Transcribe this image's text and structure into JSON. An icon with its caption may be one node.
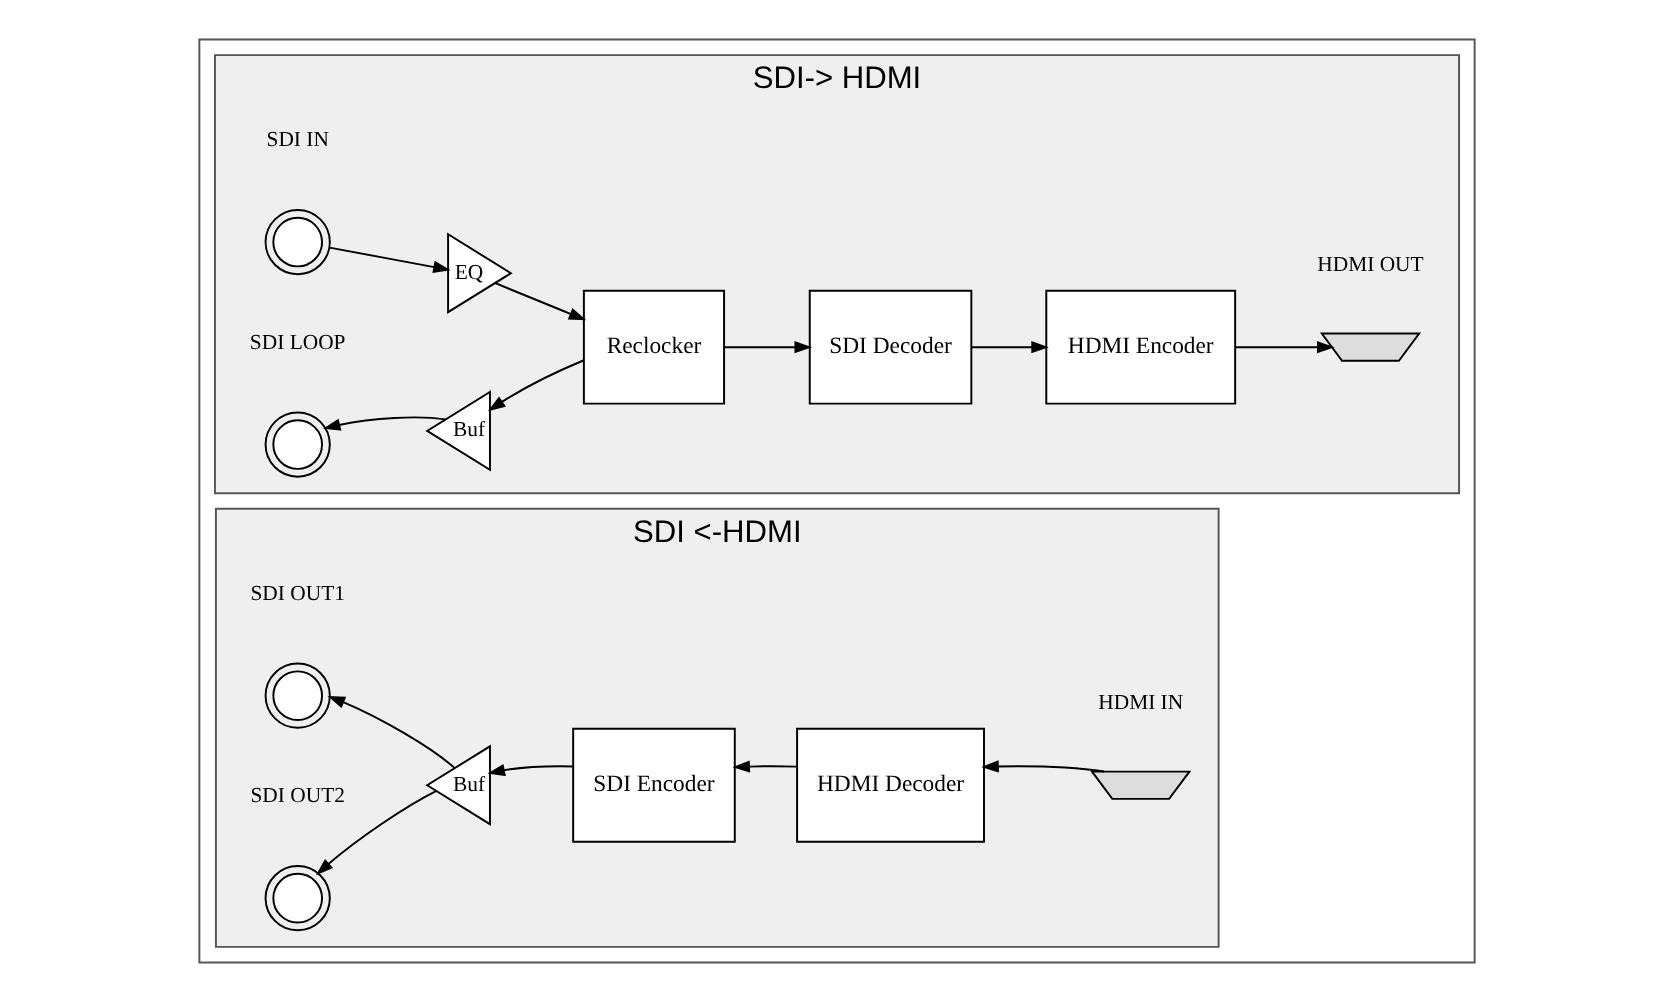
{
  "diagram": {
    "nodes": [
      {
        "text": [],
        "shape": "box"
      },
      {
        "text": [
          "SDI-> HDMI"
        ],
        "in": 0
      },
      {
        "text": [],
        "shape": "circle",
        "beside": [
          "SDI IN"
        ],
        "in": 1
      },
      {
        "text": [
          "EQ"
        ],
        "in": 1
      },
      {
        "text": [],
        "shape": "circle",
        "beside": [
          "SDI LOOP"
        ],
        "in": 1
      },
      {
        "text": [
          "Buf"
        ],
        "in": 1
      },
      {
        "text": [
          "Reclocker"
        ],
        "in": 1
      },
      {
        "text": [
          "SDI Decoder"
        ],
        "in": 1
      },
      {
        "text": [
          "HDMI Encoder"
        ],
        "in": 1
      },
      {
        "text": [],
        "shape": "trapezoid",
        "beside": [
          "HDMI OUT"
        ],
        "in": 1
      },
      {
        "text": [
          "SDI <-HDMI"
        ],
        "in": 0
      },
      {
        "text": [],
        "shape": "circle",
        "beside": [
          "SDI OUT1"
        ],
        "in": 10
      },
      {
        "text": [
          "Buf"
        ],
        "in": 10
      },
      {
        "text": [
          "SDI Encoder"
        ],
        "in": 10
      },
      {
        "text": [
          "HDMI Decoder"
        ],
        "in": 10
      },
      {
        "text": [],
        "shape": "trapezoid",
        "beside": [
          "HDMI IN"
        ],
        "in": 10
      },
      {
        "text": [],
        "shape": "circle",
        "beside": [
          "SDI OUT2"
        ],
        "in": 10
      }
    ],
    "edges": [
      {
        "from": 2,
        "to": 3,
        "arrow": "to"
      },
      {
        "from": 3,
        "to": 6,
        "arrow": "to"
      },
      {
        "from": 6,
        "to": 5,
        "arrow": "to"
      },
      {
        "from": 5,
        "to": 4,
        "arrow": "to"
      },
      {
        "from": 6,
        "to": 7,
        "arrow": "to"
      },
      {
        "from": 7,
        "to": 8,
        "arrow": "to"
      },
      {
        "from": 8,
        "to": 9,
        "arrow": "to"
      },
      {
        "from": 15,
        "to": 14,
        "arrow": "to"
      },
      {
        "from": 14,
        "to": 13,
        "arrow": "to"
      },
      {
        "from": 13,
        "to": 12,
        "arrow": "to"
      },
      {
        "from": 12,
        "to": 11,
        "arrow": "to"
      },
      {
        "from": 12,
        "to": 16,
        "arrow": "to"
      }
    ]
  }
}
